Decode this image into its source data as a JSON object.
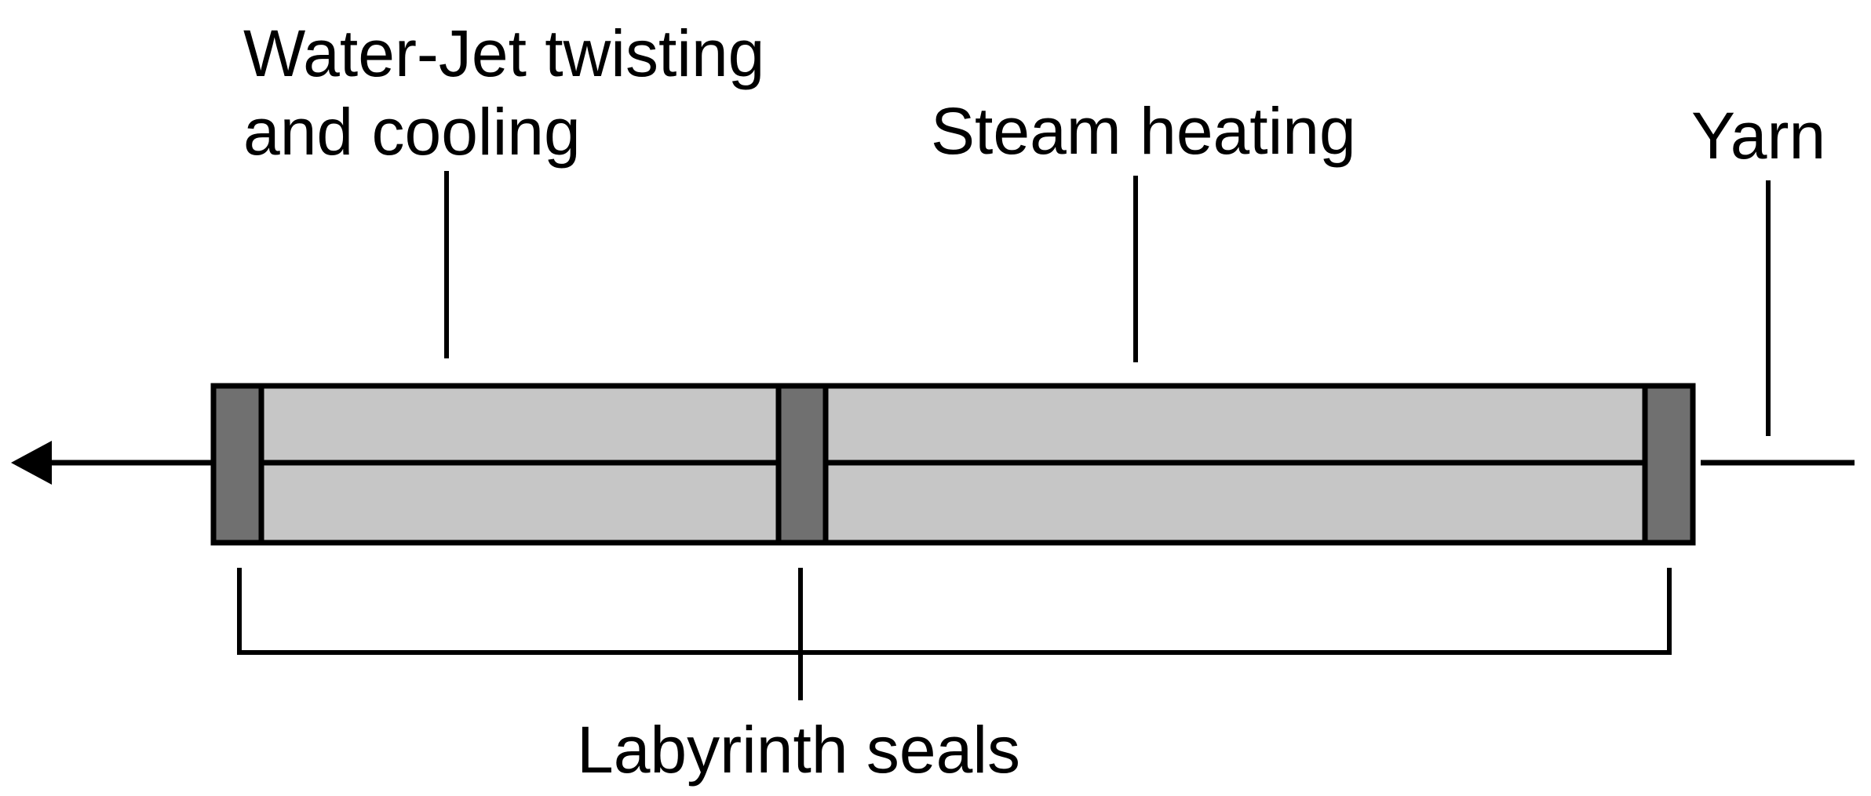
{
  "labels": {
    "water_jet_line1": "Water-Jet twisting",
    "water_jet_line2": "and cooling",
    "steam_heating": "Steam heating",
    "yarn": "Yarn",
    "labyrinth_seals": "Labyrinth seals"
  },
  "colors": {
    "chamber_fill": "#c6c6c6",
    "seal_fill": "#707070",
    "line": "#000000",
    "background": "#ffffff"
  }
}
